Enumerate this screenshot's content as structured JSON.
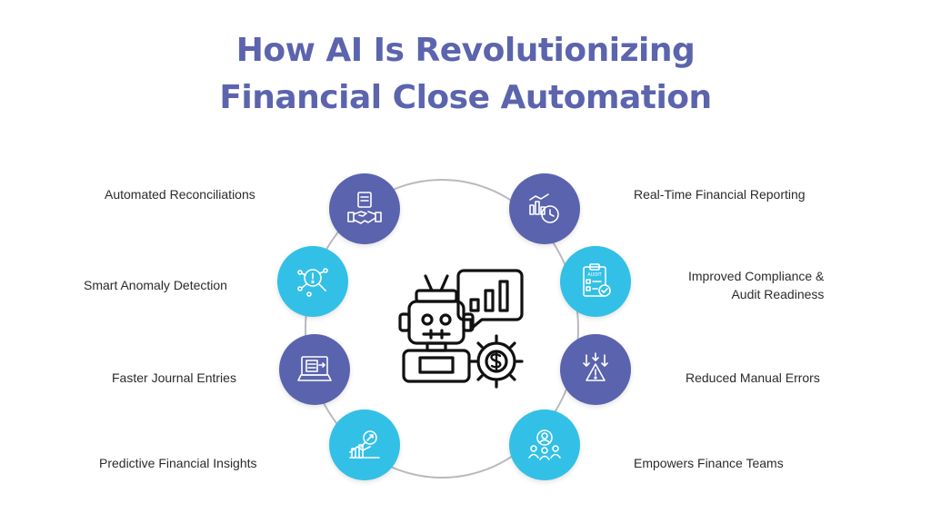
{
  "title": {
    "line1": "How AI Is Revolutionizing",
    "line2": "Financial Close Automation"
  },
  "colors": {
    "title": "#5b64ad",
    "node_navy": "#5a63ad",
    "node_cyan": "#33c0e6",
    "ring": "#b9b9bf"
  },
  "center": {
    "icon": "robot-with-chart-and-dollar-gear-icon"
  },
  "items": [
    {
      "label": "Automated Reconciliations",
      "icon": "handshake-document-icon",
      "color": "navy"
    },
    {
      "label": "Smart Anomaly Detection",
      "icon": "magnifier-alert-icon",
      "color": "cyan"
    },
    {
      "label": "Faster Journal Entries",
      "icon": "laptop-document-icon",
      "color": "navy"
    },
    {
      "label": "Predictive Financial Insights",
      "icon": "chart-magnifier-icon",
      "color": "cyan"
    },
    {
      "label": "Real-Time Financial Reporting",
      "icon": "chart-clock-icon",
      "color": "navy"
    },
    {
      "label_line1": "Improved Compliance &",
      "label_line2": "Audit Readiness",
      "icon": "audit-clipboard-icon",
      "icon_text": "AUDIT",
      "color": "cyan"
    },
    {
      "label": "Reduced Manual Errors",
      "icon": "warning-arrows-icon",
      "color": "navy"
    },
    {
      "label": "Empowers Finance Teams",
      "icon": "team-leader-icon",
      "color": "cyan"
    }
  ]
}
